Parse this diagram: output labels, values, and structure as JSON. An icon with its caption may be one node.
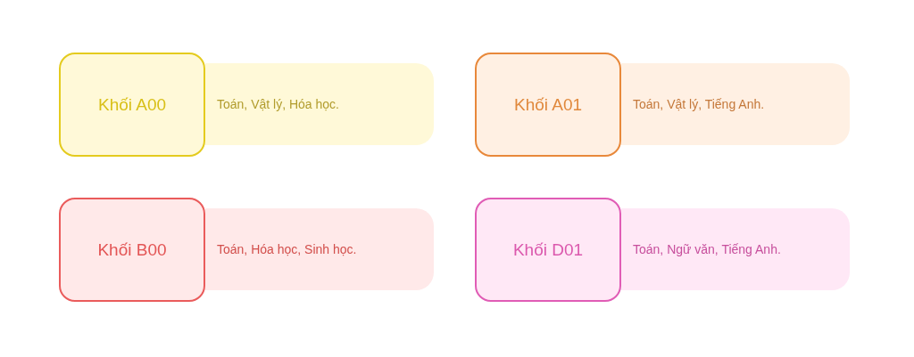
{
  "diagram": {
    "nodes": [
      {
        "text": [
          "Khối A00"
        ]
      },
      {
        "text": [
          "Toán, Vật lý, Hóa học."
        ]
      },
      {
        "text": [
          "Khối A01"
        ]
      },
      {
        "text": [
          "Toán, Vật lý, Tiếng Anh."
        ]
      },
      {
        "text": [
          "Khối B00"
        ]
      },
      {
        "text": [
          "Toán, Hóa học, Sinh học."
        ]
      },
      {
        "text": [
          "Khối D01"
        ]
      },
      {
        "text": [
          "Toán, Ngữ văn, Tiếng Anh."
        ]
      }
    ]
  }
}
